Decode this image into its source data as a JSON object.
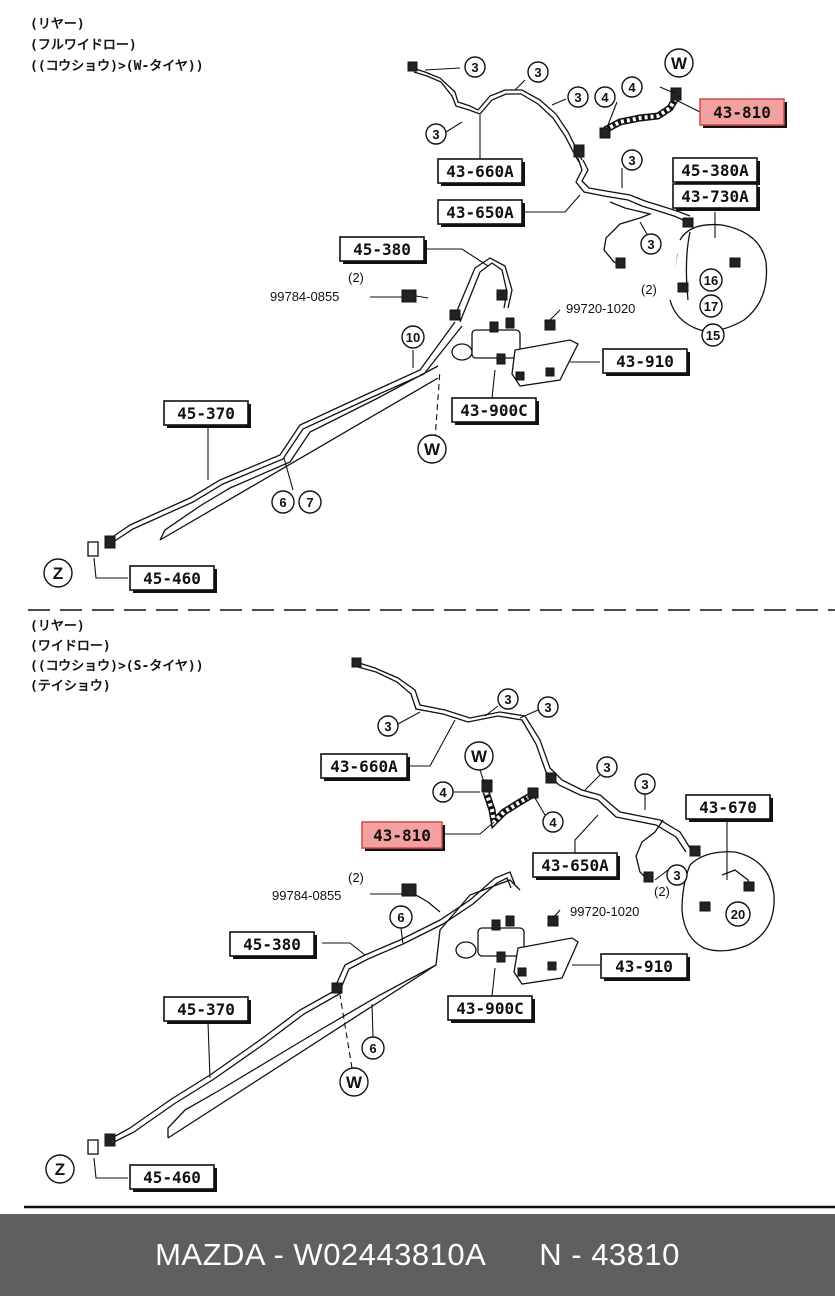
{
  "upper": {
    "notes": [
      "(リヤー)",
      "(フルワイドロー)",
      "((コウショウ)>(W-タイヤ))"
    ],
    "callouts": {
      "c3": "3",
      "c4": "4",
      "c16": "16",
      "c17": "17",
      "c15": "15",
      "c10": "10",
      "c6": "6",
      "c7": "7",
      "w": "W",
      "z": "Z"
    },
    "boxes": {
      "b43810": "43-810",
      "b43660a": "43-660A",
      "b43650a": "43-650A",
      "b45380a": "45-380A",
      "b43730a": "43-730A",
      "b45380": "45-380",
      "b43910": "43-910",
      "b43900c": "43-900C",
      "b45370": "45-370",
      "b45460": "45-460"
    },
    "parts": {
      "p1qty": "(2)",
      "p1": "99784-0855",
      "p2": "99720-1020",
      "p2qty": "(2)"
    }
  },
  "lower": {
    "notes": [
      "(リヤー)",
      "(ワイドロー)",
      "((コウショウ)>(S-タイヤ))",
      "(テイショウ)"
    ],
    "callouts": {
      "c3": "3",
      "c4": "4",
      "c20": "20",
      "c6": "6",
      "w": "W",
      "z": "Z"
    },
    "boxes": {
      "b43810": "43-810",
      "b43660a": "43-660A",
      "b43650a": "43-650A",
      "b43670": "43-670",
      "b45380": "45-380",
      "b43910": "43-910",
      "b43900c": "43-900C",
      "b45370": "45-370",
      "b45460": "45-460"
    },
    "parts": {
      "p1qty": "(2)",
      "p1": "99784-0855",
      "p2": "99720-1020",
      "p2qty": "(2)"
    }
  },
  "footer": {
    "text": "MAZDA - W02443810A      N - 43810"
  },
  "colors": {
    "highlight": "#f2a0a0",
    "highlight_border": "#d24a4a",
    "footer_bg": "#5f5f5f"
  }
}
